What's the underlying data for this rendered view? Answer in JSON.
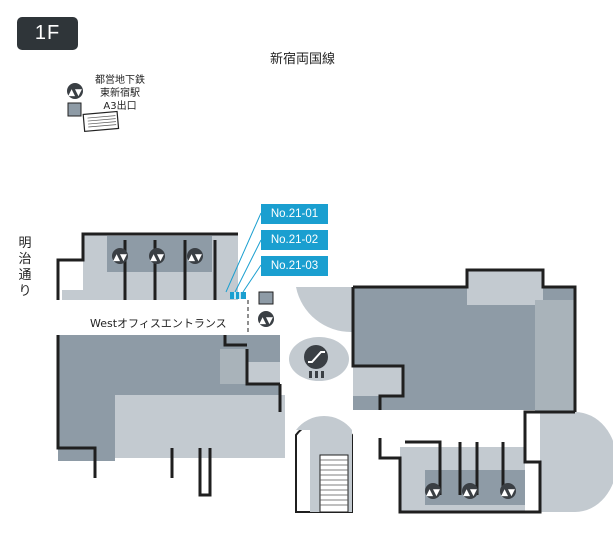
{
  "floor": "1F",
  "labels": {
    "rail_line": "新宿両国線",
    "subway_exit": [
      "都営地下鉄",
      "東新宿駅",
      "A3出口"
    ],
    "street": [
      "明",
      "治",
      "通",
      "り"
    ],
    "west_entrance": "Westオフィスエントランス"
  },
  "units": [
    "No.21-01",
    "No.21-02",
    "No.21-03"
  ],
  "icons": [
    "elevator-icon",
    "escalator-icon"
  ],
  "colors": {
    "badge": "#2f3539",
    "unit_tag": "#1a9fd0",
    "building_dark": "#8e9ba6",
    "building_light": "#c3cad0",
    "wall": "#1f1f1f",
    "highlight": "#1a9fd0"
  }
}
